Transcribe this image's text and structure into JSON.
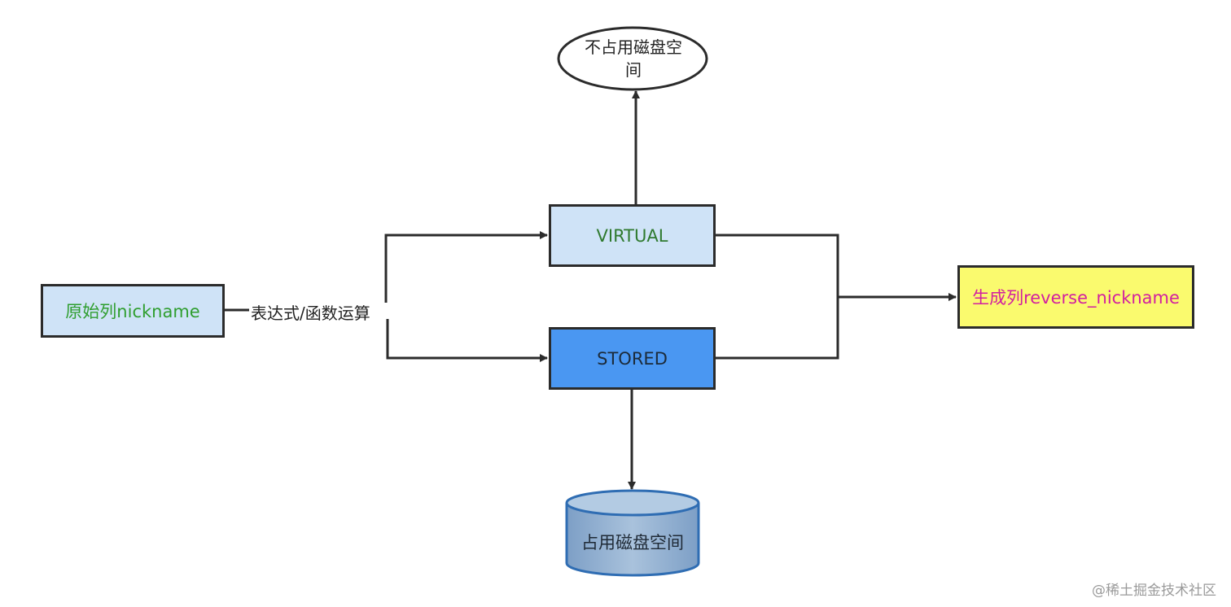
{
  "diagram": {
    "nodes": {
      "source": {
        "label": "原始列nickname",
        "fill": "#cfe3f7",
        "text_color": "#2f9e2f"
      },
      "virtual": {
        "label": "VIRTUAL",
        "fill": "#cfe3f7",
        "text_color": "#2f7a2f"
      },
      "stored": {
        "label": "STORED",
        "fill": "#4a97f2",
        "text_color": "#1c2b3a"
      },
      "generated": {
        "label": "生成列reverse_nickname",
        "fill": "#fafa6e",
        "text_color": "#d21fa0"
      },
      "no_disk": {
        "label_line1": "不占用磁盘空",
        "label_line2": "间"
      },
      "disk": {
        "label": "占用磁盘空间",
        "fill": "#8fb1d4"
      }
    },
    "edge_label": "表达式/函数运算"
  },
  "watermark": "@稀土掘金技术社区"
}
